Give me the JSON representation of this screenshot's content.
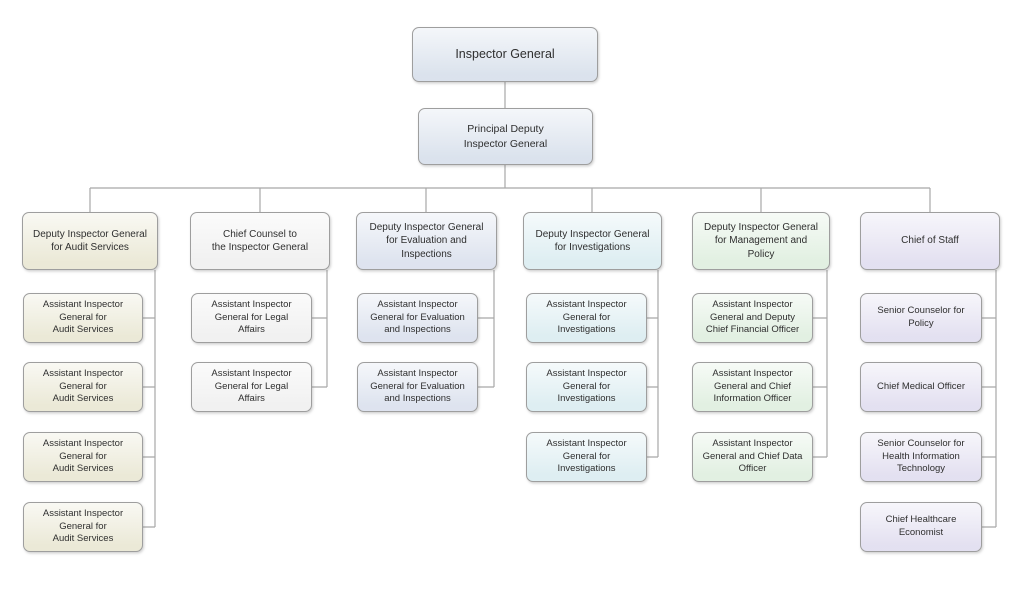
{
  "org": {
    "line_color": "#a8a8a8",
    "root": {
      "label": "Inspector General",
      "color": "#d9e1ec"
    },
    "deputy": {
      "label": "Principal Deputy\nInspector General",
      "color": "#d9e1ec"
    },
    "columns": [
      {
        "name": "audit-services",
        "color": "#eae8d5",
        "head": "Deputy Inspector General\nfor Audit Services",
        "children": [
          "Assistant Inspector\nGeneral for\nAudit Services",
          "Assistant Inspector\nGeneral for\nAudit Services",
          "Assistant Inspector\nGeneral for\nAudit Services",
          "Assistant Inspector\nGeneral for\nAudit Services"
        ]
      },
      {
        "name": "chief-counsel",
        "color": "#f0f0f0",
        "head": "Chief Counsel to\nthe Inspector General",
        "children": [
          "Assistant Inspector\nGeneral for Legal\nAffairs",
          "Assistant Inspector\nGeneral for Legal\nAffairs"
        ]
      },
      {
        "name": "evaluation-and-inspections",
        "color": "#dce2ee",
        "head": "Deputy Inspector General\nfor Evaluation and\nInspections",
        "children": [
          "Assistant Inspector\nGeneral for Evaluation\nand Inspections",
          "Assistant Inspector\nGeneral for Evaluation\nand Inspections"
        ]
      },
      {
        "name": "investigations",
        "color": "#dcedf1",
        "head": "Deputy Inspector General\nfor Investigations",
        "children": [
          "Assistant Inspector\nGeneral for\nInvestigations",
          "Assistant Inspector\nGeneral for\nInvestigations",
          "Assistant Inspector\nGeneral for\nInvestigations"
        ]
      },
      {
        "name": "management-and-policy",
        "color": "#e0efe0",
        "head": "Deputy Inspector General\nfor Management and\nPolicy",
        "children": [
          "Assistant Inspector\nGeneral and Deputy\nChief Financial Officer",
          "Assistant Inspector\nGeneral and Chief\nInformation Officer",
          "Assistant Inspector\nGeneral and Chief Data\nOfficer"
        ]
      },
      {
        "name": "chief-of-staff",
        "color": "#e2dff0",
        "head": "Chief of Staff",
        "children": [
          "Senior Counselor for\nPolicy",
          "Chief Medical Officer",
          "Senior Counselor for\nHealth Information\nTechnology",
          "Chief Healthcare\nEconomist"
        ]
      }
    ]
  }
}
